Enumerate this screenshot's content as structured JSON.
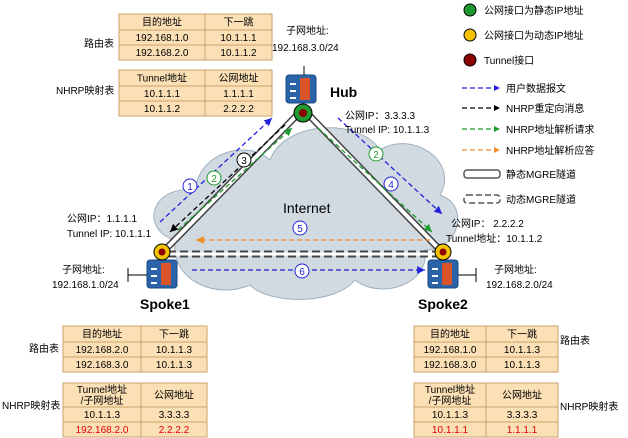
{
  "title": "",
  "labels": {
    "hub": "Hub",
    "spoke1": "Spoke1",
    "spoke2": "Spoke2",
    "internet": "Internet",
    "route_table": "路由表",
    "nhrp_table": "NHRP映射表"
  },
  "hub": {
    "subnet_label": "子网地址:",
    "subnet": "192.168.3.0/24",
    "public_ip": "公网IP：3.3.3.3",
    "tunnel_ip": "Tunnel IP:  10.1.1.3"
  },
  "spoke1": {
    "subnet_label": "子网地址:",
    "subnet": "192.168.1.0/24",
    "public_ip": "公网IP：1.1.1.1",
    "tunnel_ip": "Tunnel IP:  10.1.1.1"
  },
  "spoke2": {
    "subnet_label": "子网地址:",
    "subnet": "192.168.2.0/24",
    "public_ip": "公网IP：  2.2.2.2",
    "tunnel_ip": "Tunnel地址：10.1.1.2"
  },
  "hub_route_table": {
    "headers": [
      "目的地址",
      "下一跳"
    ],
    "rows": [
      [
        "192.168.1.0",
        "10.1.1.1"
      ],
      [
        "192.168.2.0",
        "10.1.1.2"
      ]
    ]
  },
  "hub_nhrp_table": {
    "headers": [
      "Tunnel地址",
      "公网地址"
    ],
    "rows": [
      [
        "10.1.1.1",
        "1.1.1.1"
      ],
      [
        "10.1.1.2",
        "2.2.2.2"
      ]
    ]
  },
  "spoke1_route_table": {
    "headers": [
      "目的地址",
      "下一跳"
    ],
    "rows": [
      [
        "192.168.2.0",
        "10.1.1.3"
      ],
      [
        "192.168.3.0",
        "10.1.1.3"
      ]
    ]
  },
  "spoke1_nhrp_table": {
    "headers": [
      "Tunnel地址\n/子网地址",
      "公网地址"
    ],
    "rows": [
      [
        "10.1.1.3",
        "3.3.3.3"
      ],
      [
        "192.168.2.0",
        "2.2.2.2"
      ]
    ]
  },
  "spoke2_route_table": {
    "headers": [
      "目的地址",
      "下一跳"
    ],
    "rows": [
      [
        "192.168.1.0",
        "10.1.1.3"
      ],
      [
        "192.168.3.0",
        "10.1.1.3"
      ]
    ]
  },
  "spoke2_nhrp_table": {
    "headers": [
      "Tunnel地址\n/子网地址",
      "公网地址"
    ],
    "rows": [
      [
        "10.1.1.3",
        "3.3.3.3"
      ],
      [
        "10.1.1.1",
        "1.1.1.1"
      ]
    ]
  },
  "steps": [
    "1",
    "2",
    "3",
    "2",
    "4",
    "5",
    "6"
  ],
  "legend": [
    {
      "text": "公网接口为静态IP地址",
      "color": "#1e9a2e"
    },
    {
      "text": "公网接口为动态IP地址",
      "color": "#f3c300"
    },
    {
      "text": "Tunnel接口",
      "color": "#8b0000"
    },
    {
      "text": "用户数据报文",
      "color": "#2222dd"
    },
    {
      "text": "NHRP重定向消息",
      "color": "#000000"
    },
    {
      "text": "NHRP地址解析请求",
      "color": "#1e9a2e"
    },
    {
      "text": "NHRP地址解析应答",
      "color": "#f28c28"
    },
    {
      "text": "静态MGRE隧道",
      "color": "#555555"
    },
    {
      "text": "动态MGRE隧道",
      "color": "#555555"
    }
  ],
  "colors": {
    "table_fill": "#fbe0b6",
    "table_border": "#c8a36a",
    "highlight": "#e00000",
    "cloud": "#d2dae1",
    "router": "#2a63a8"
  }
}
